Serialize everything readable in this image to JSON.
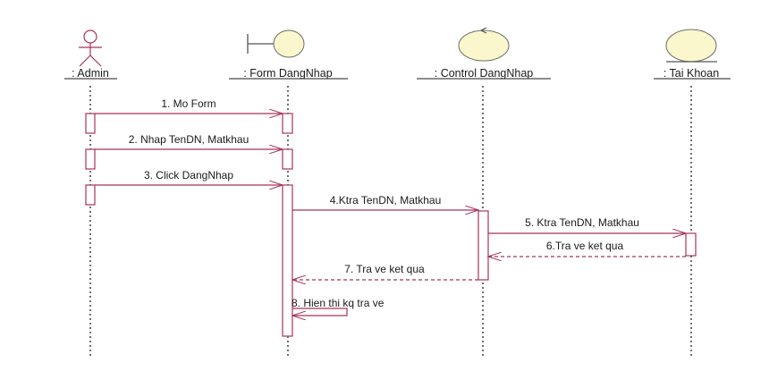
{
  "diagram": {
    "type": "uml-sequence",
    "colors": {
      "line": "#a8325e",
      "activation_fill": "#ffffff",
      "object_fill": "#fbf7cc",
      "object_stroke": "#6b6b6b",
      "lifeline": "#222222",
      "text": "#1a1a1a"
    },
    "participants": [
      {
        "id": "admin",
        "label": ": Admin",
        "kind": "actor"
      },
      {
        "id": "form",
        "label": ": Form DangNhap",
        "kind": "boundary"
      },
      {
        "id": "control",
        "label": ": Control DangNhap",
        "kind": "control"
      },
      {
        "id": "taikhoan",
        "label": ": Tai Khoan",
        "kind": "entity"
      }
    ],
    "messages": [
      {
        "num": 1,
        "label": "1. Mo Form",
        "from": "admin",
        "to": "form",
        "style": "sync"
      },
      {
        "num": 2,
        "label": "2. Nhap TenDN, Matkhau",
        "from": "admin",
        "to": "form",
        "style": "sync"
      },
      {
        "num": 3,
        "label": "3. Click DangNhap",
        "from": "admin",
        "to": "form",
        "style": "sync"
      },
      {
        "num": 4,
        "label": "4.Ktra TenDN, Matkhau",
        "from": "form",
        "to": "control",
        "style": "sync"
      },
      {
        "num": 5,
        "label": "5. Ktra TenDN, Matkhau",
        "from": "control",
        "to": "taikhoan",
        "style": "sync"
      },
      {
        "num": 6,
        "label": "6.Tra ve ket qua",
        "from": "taikhoan",
        "to": "control",
        "style": "return"
      },
      {
        "num": 7,
        "label": "7. Tra ve ket qua",
        "from": "control",
        "to": "form",
        "style": "return"
      },
      {
        "num": 8,
        "label": "8. Hien thi kq tra ve",
        "from": "form",
        "to": "form",
        "style": "self"
      }
    ]
  }
}
